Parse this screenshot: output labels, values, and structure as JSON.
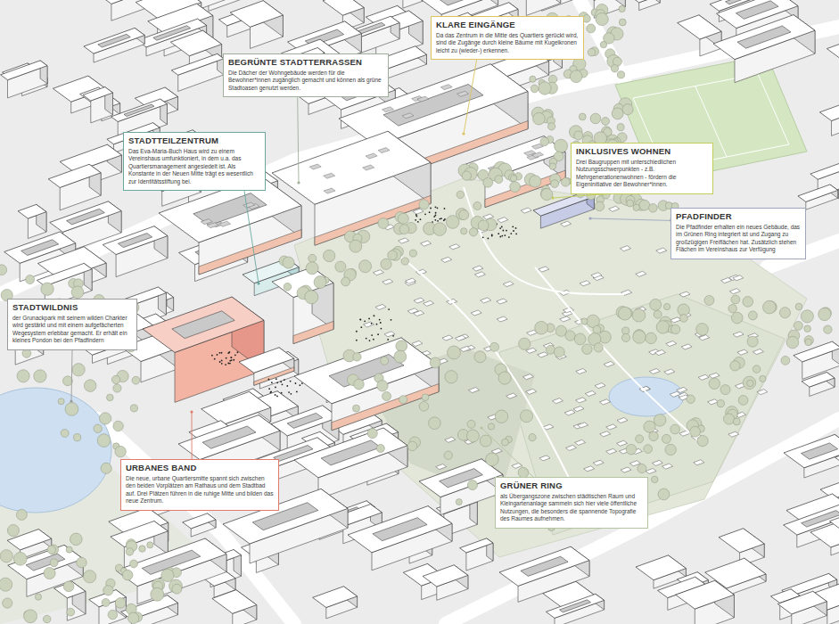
{
  "diagram": {
    "nodes": [
      {
        "text": [
          "KLARE EINGÄNGE",
          "Da das Zentrum in die Mitte des Quartiers gerückt wird, sind die Zugänge durch kleine Bäume mit Kugelkronen leicht zu (wieder-) erkennen."
        ]
      },
      {
        "text": [
          "BEGRÜNTE STADTTERRASSEN",
          "Die Dächer der Wohngebäude werden für die Bewohner*innen zugänglich gemacht und können als grüne Stadtoasen genutzt werden."
        ]
      },
      {
        "text": [
          "STADTTEILZENTRUM",
          "Das Eva-Maria-Buch Haus wird zu einem Vereinshaus umfunktioniert, in dem u.a. das Quartiersmanagement angesiedelt ist. Als Konstante in der Neuen Mitte trägt es wesentlich zur Identitätsstiftung bei."
        ]
      },
      {
        "text": [
          "INKLUSIVES WOHNEN",
          "Drei Baugruppen mit unterschiedlichen Nutzungsschwerpunkten - z.B. Mehrgenerationenwohnen - fördern die Eigeninitiative der Bewohner*innen."
        ]
      },
      {
        "text": [
          "PFADFINDER",
          "Die Pfadfinder erhalten ein neues Gebäude, das im Grünen Ring integriert ist und Zugang zu großzügigen Freiflächen hat. Zusätzlich stehen Flächen im Vereinshaus zur Verfügung"
        ]
      },
      {
        "text": [
          "STADTWILDNIS",
          "der Grunackpark mit seinem wilden Charkter wird gestärkt und mit einem aufgefächerten Wegesystem erlebbar gemacht. Er erhält ein kleines Pondon bei den Pfadfindern"
        ]
      },
      {
        "text": [
          "URBANES BAND",
          "Die neue, urbane Quartiersmitte spannt sich zwischen den beiden Vorplätzen am Rathaus und dem Stadtbad auf. Drei Plätzen führen in die ruhige Mitte und bilden das neue Zentrum."
        ]
      },
      {
        "text": [
          "GRÜNER RING",
          "als Übergangszone zwischen städtischen Raum und Kleingartenanlage sammeln sich hier viele öffentliche Nutzungen, die besonders die spannende Topografie des Raumes aufnehmen."
        ]
      }
    ]
  }
}
